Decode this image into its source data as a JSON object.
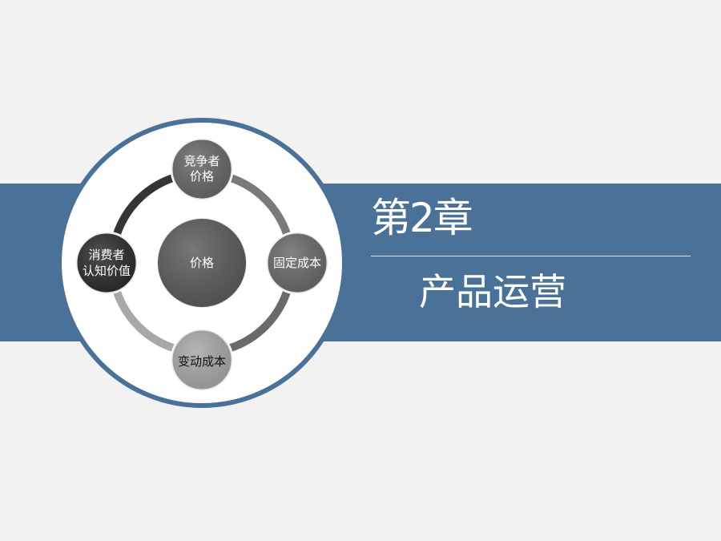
{
  "slide": {
    "chapter_title": "第2章",
    "subtitle": "产品运营"
  },
  "diagram": {
    "center": {
      "label": "价格",
      "color": "#5a5a5a"
    },
    "nodes": [
      {
        "label_lines": [
          "竞争者",
          "价格"
        ],
        "color": "#666666",
        "text_color": "#ffffff"
      },
      {
        "label_lines": [
          "固定成本"
        ],
        "color": "#686868",
        "text_color": "#ffffff"
      },
      {
        "label_lines": [
          "变动成本"
        ],
        "color": "#a6a6a6",
        "text_color": "#111111"
      },
      {
        "label_lines": [
          "消费者",
          "认知价值"
        ],
        "color": "#2b2b2b",
        "text_color": "#ffffff"
      }
    ],
    "ring_colors": {
      "top_to_right": "#7a7a7a",
      "right_to_bottom": "#6a6a6a",
      "bottom_to_left": "#a8a8a8",
      "left_to_top": "#353535"
    },
    "frame_color": "#4a7299"
  }
}
